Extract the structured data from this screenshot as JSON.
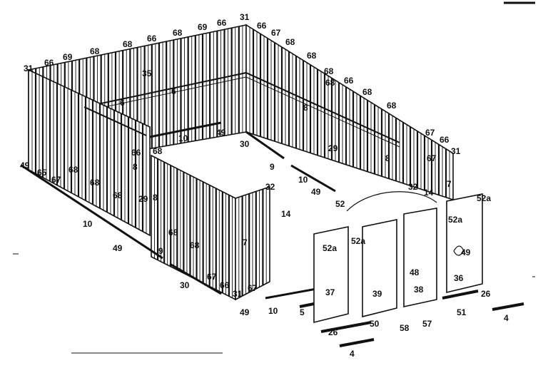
{
  "figure": {
    "reference_labels": [
      {
        "id": "l1",
        "text": "31"
      },
      {
        "id": "l2",
        "text": "66"
      },
      {
        "id": "l3",
        "text": "69"
      },
      {
        "id": "l4",
        "text": "68"
      },
      {
        "id": "l5",
        "text": "68"
      },
      {
        "id": "l6",
        "text": "66"
      },
      {
        "id": "l7",
        "text": "68"
      },
      {
        "id": "l8",
        "text": "69"
      },
      {
        "id": "l9",
        "text": "66"
      },
      {
        "id": "l10",
        "text": "31"
      },
      {
        "id": "l11",
        "text": "66"
      },
      {
        "id": "l12",
        "text": "67"
      },
      {
        "id": "l13",
        "text": "68"
      },
      {
        "id": "l14",
        "text": "68"
      },
      {
        "id": "l15",
        "text": "35"
      },
      {
        "id": "l16",
        "text": "6"
      },
      {
        "id": "l17",
        "text": "6"
      },
      {
        "id": "l18",
        "text": "68"
      },
      {
        "id": "l19",
        "text": "68"
      },
      {
        "id": "l20",
        "text": "66"
      },
      {
        "id": "l21",
        "text": "68"
      },
      {
        "id": "l22",
        "text": "8"
      },
      {
        "id": "l23",
        "text": "68"
      },
      {
        "id": "l24",
        "text": "67"
      },
      {
        "id": "l25",
        "text": "66"
      },
      {
        "id": "l26",
        "text": "10"
      },
      {
        "id": "l27",
        "text": "49"
      },
      {
        "id": "l28",
        "text": "30"
      },
      {
        "id": "l29",
        "text": "29"
      },
      {
        "id": "l30",
        "text": "8"
      },
      {
        "id": "l31",
        "text": "67"
      },
      {
        "id": "l32",
        "text": "31"
      },
      {
        "id": "l33",
        "text": "9"
      },
      {
        "id": "l34",
        "text": "10"
      },
      {
        "id": "l35",
        "text": "7"
      },
      {
        "id": "l36",
        "text": "49"
      },
      {
        "id": "l37",
        "text": "66"
      },
      {
        "id": "l38",
        "text": "68"
      },
      {
        "id": "l39",
        "text": "49"
      },
      {
        "id": "l40",
        "text": "65"
      },
      {
        "id": "l41",
        "text": "67"
      },
      {
        "id": "l42",
        "text": "68"
      },
      {
        "id": "l43",
        "text": "8"
      },
      {
        "id": "l44",
        "text": "68"
      },
      {
        "id": "l45",
        "text": "68"
      },
      {
        "id": "l46",
        "text": "29"
      },
      {
        "id": "l47",
        "text": "8"
      },
      {
        "id": "l48",
        "text": "32"
      },
      {
        "id": "l49",
        "text": "14"
      },
      {
        "id": "l50",
        "text": "52"
      },
      {
        "id": "l51",
        "text": "32"
      },
      {
        "id": "l52",
        "text": "14"
      },
      {
        "id": "l53",
        "text": "52a"
      },
      {
        "id": "l54",
        "text": "52a"
      },
      {
        "id": "l55",
        "text": "10"
      },
      {
        "id": "l56",
        "text": "68"
      },
      {
        "id": "l57",
        "text": "7"
      },
      {
        "id": "l58",
        "text": "49"
      },
      {
        "id": "l59",
        "text": "9"
      },
      {
        "id": "l60",
        "text": "68"
      },
      {
        "id": "l61",
        "text": "52a"
      },
      {
        "id": "l62",
        "text": "52a"
      },
      {
        "id": "l63",
        "text": "49"
      },
      {
        "id": "l64",
        "text": "48"
      },
      {
        "id": "l65",
        "text": "30"
      },
      {
        "id": "l66",
        "text": "67"
      },
      {
        "id": "l67",
        "text": "66"
      },
      {
        "id": "l68",
        "text": "67"
      },
      {
        "id": "l69",
        "text": "31"
      },
      {
        "id": "l70",
        "text": "37"
      },
      {
        "id": "l71",
        "text": "39"
      },
      {
        "id": "l72",
        "text": "38"
      },
      {
        "id": "l73",
        "text": "36"
      },
      {
        "id": "l74",
        "text": "26"
      },
      {
        "id": "l75",
        "text": "49"
      },
      {
        "id": "l76",
        "text": "10"
      },
      {
        "id": "l77",
        "text": "5"
      },
      {
        "id": "l78",
        "text": "51"
      },
      {
        "id": "l79",
        "text": "4"
      },
      {
        "id": "l80",
        "text": "50"
      },
      {
        "id": "l81",
        "text": "58"
      },
      {
        "id": "l82",
        "text": "57"
      },
      {
        "id": "l83",
        "text": "26"
      },
      {
        "id": "l84",
        "text": "4"
      }
    ]
  }
}
